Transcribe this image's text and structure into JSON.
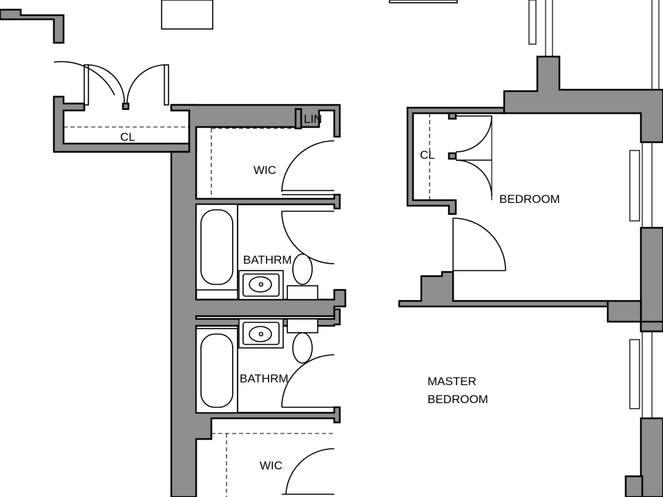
{
  "floor_plan": {
    "rooms": {
      "closet_top": "CL",
      "linen": "LIN",
      "wic_upper": "WIC",
      "bath_upper": "BATHRM",
      "closet_bedroom": "CL",
      "bedroom": "BEDROOM",
      "bath_lower": "BATHRM",
      "master_line1": "MASTER",
      "master_line2": "BEDROOM",
      "wic_lower": "WIC"
    }
  }
}
